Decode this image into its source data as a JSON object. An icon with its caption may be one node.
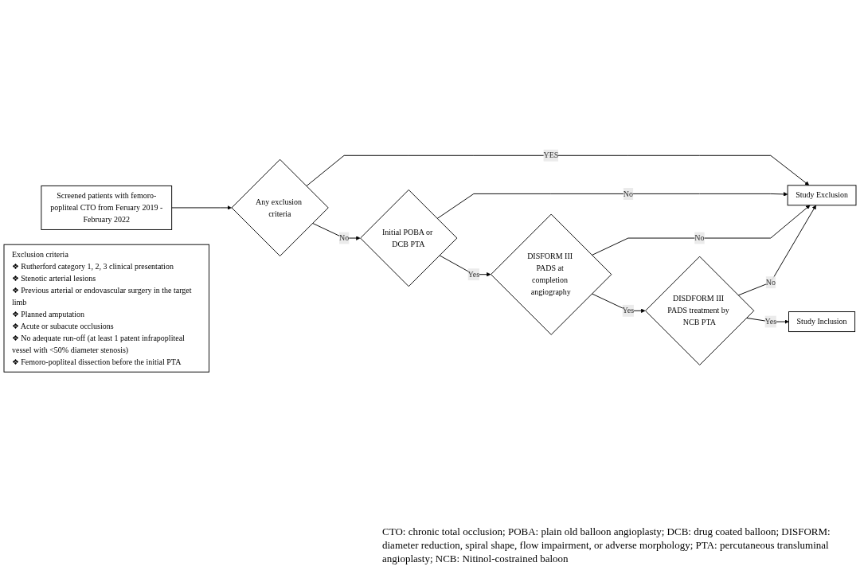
{
  "diagram": {
    "nodes": [
      {
        "text": [
          "Screened patients with femoro-popliteal CTO from Feruary 2019 - February 2022"
        ]
      },
      {
        "text": [
          "Any exclusion criteria"
        ]
      },
      {
        "text": [
          "Study Exclusion"
        ]
      },
      {
        "text": [
          "Initial POBA or DCB PTA"
        ]
      },
      {
        "text": [
          "DISFORM III PADS at completion angiography"
        ]
      },
      {
        "text": [
          "DISDFORM III PADS treatment by NCB PTA"
        ]
      },
      {
        "text": [
          "Study Inclusion"
        ]
      },
      {
        "text": [
          "Exclusion criteria",
          "❖ Rutherford category 1, 2, 3 clinical presentation",
          "❖ Stenotic arterial lesions",
          "❖ Previous arterial or endovascular surgery in the target limb",
          "❖ Planned amputation",
          "❖ Acute or subacute occlusions",
          "❖ No adequate run-off (at least 1 patent infrapopliteal vessel with <50% diameter stenosis)",
          "❖ Femoro-popliteal dissection before the initial PTA"
        ]
      }
    ],
    "edges": [
      {
        "from": 0,
        "to": 1,
        "arrow": "to"
      },
      {
        "from": 1,
        "to": 2,
        "arrow": "to",
        "label": "YES"
      },
      {
        "from": 1,
        "to": 3,
        "arrow": "to",
        "label": "No"
      },
      {
        "from": 3,
        "to": 2,
        "arrow": "to",
        "label": "No"
      },
      {
        "from": 3,
        "to": 4,
        "arrow": "to",
        "label": "Yes"
      },
      {
        "from": 4,
        "to": 2,
        "arrow": "to",
        "label": "No"
      },
      {
        "from": 4,
        "to": 5,
        "arrow": "to",
        "label": "Yes"
      },
      {
        "from": 5,
        "to": 2,
        "arrow": "to",
        "label": "No"
      },
      {
        "from": 5,
        "to": 6,
        "arrow": "to",
        "label": "Yes"
      }
    ],
    "labels": [
      "CTO: chronic total occlusion; POBA: plain old balloon angioplasty; DCB: drug coated balloon; DISFORM: diameter reduction, spiral shape, flow impairment, or adverse morphology; PTA: percutaneous transluminal angioplasty; NCB: Nitinol-costrained baloon"
    ]
  }
}
